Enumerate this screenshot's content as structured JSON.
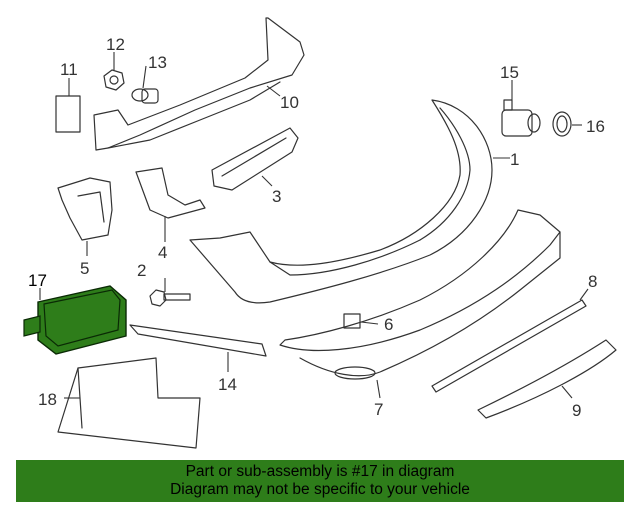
{
  "callouts": {
    "c1": "1",
    "c2": "2",
    "c3": "3",
    "c4": "4",
    "c5": "5",
    "c6": "6",
    "c7": "7",
    "c8": "8",
    "c9": "9",
    "c10": "10",
    "c11": "11",
    "c12": "12",
    "c13": "13",
    "c14": "14",
    "c15": "15",
    "c16": "16",
    "c17": "17",
    "c18": "18"
  },
  "highlighted_part": "17",
  "colors": {
    "highlight": "#2e7d1a",
    "banner": "#2e7d1a",
    "line": "#333333"
  },
  "banner": {
    "line1": "Part or sub-assembly is #17 in diagram",
    "line2": "Diagram may not be specific to your vehicle"
  }
}
